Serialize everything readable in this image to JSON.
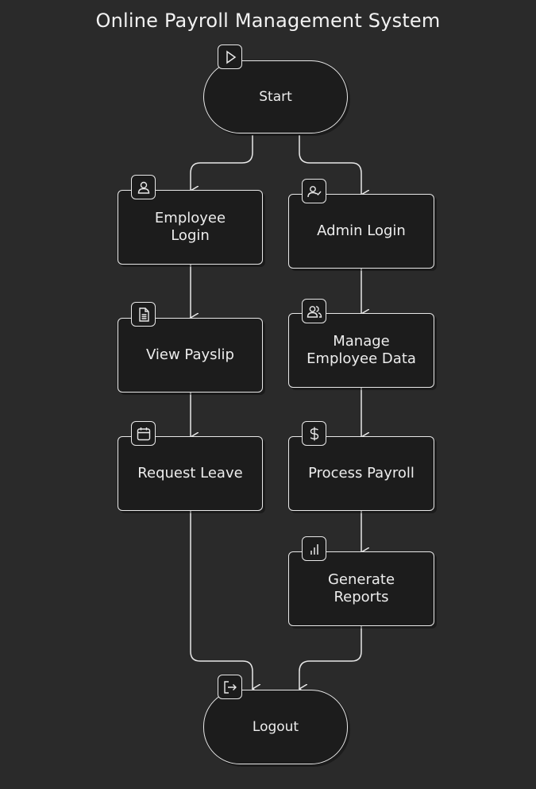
{
  "title": "Online Payroll Management System",
  "nodes": {
    "start": "Start",
    "employee_login": "Employee\nLogin",
    "admin_login": "Admin Login",
    "view_payslip": "View Payslip",
    "manage_employee_data": "Manage\nEmployee Data",
    "request_leave": "Request Leave",
    "process_payroll": "Process Payroll",
    "generate_reports": "Generate\nReports",
    "logout": "Logout"
  },
  "icons": {
    "start": "play-icon",
    "employee_login": "user-icon",
    "admin_login": "user-check-icon",
    "view_payslip": "document-icon",
    "manage_employee_data": "users-icon",
    "request_leave": "calendar-icon",
    "process_payroll": "dollar-icon",
    "generate_reports": "bar-chart-icon",
    "logout": "logout-icon"
  },
  "colors": {
    "background": "#2a2a2a",
    "node_fill": "#1c1c1c",
    "stroke": "#e8e8e8",
    "text": "#ededed"
  }
}
